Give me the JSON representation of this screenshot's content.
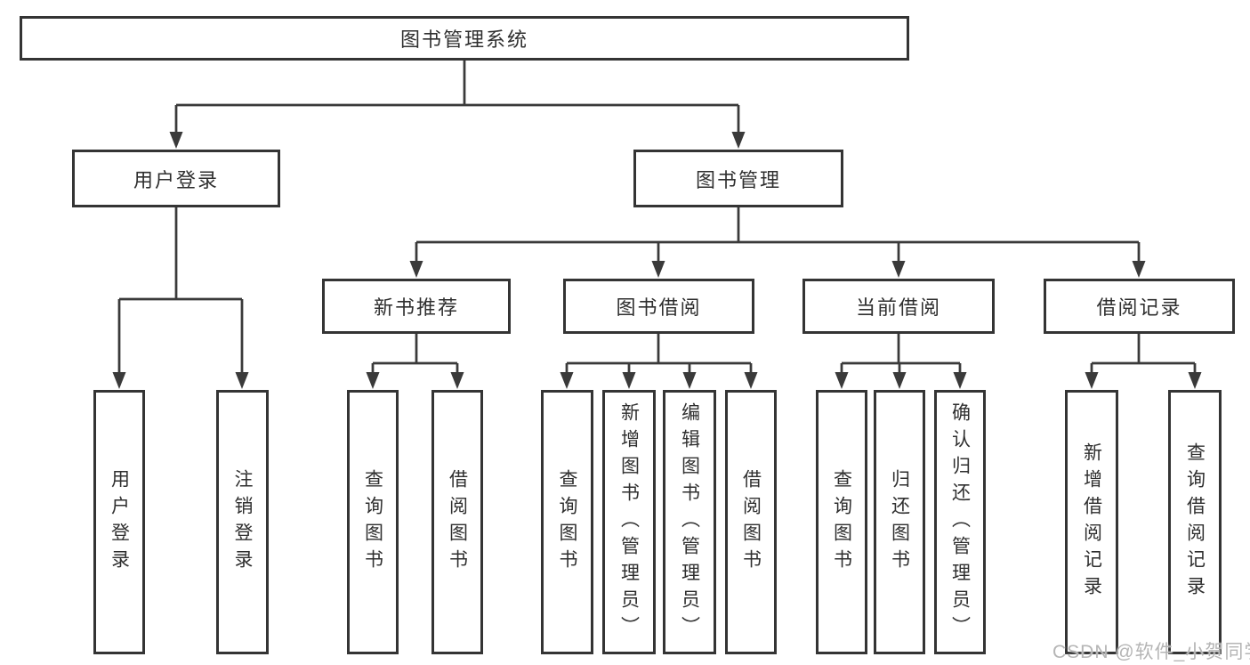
{
  "diagram_type": "hierarchy-tree",
  "tree": {
    "label": "图书管理系统",
    "children": [
      {
        "label": "用户登录",
        "children": [
          {
            "label": "用户登录"
          },
          {
            "label": "注销登录"
          }
        ]
      },
      {
        "label": "图书管理",
        "children": [
          {
            "label": "新书推荐",
            "children": [
              {
                "label": "查询图书"
              },
              {
                "label": "借阅图书"
              }
            ]
          },
          {
            "label": "图书借阅",
            "children": [
              {
                "label": "查询图书"
              },
              {
                "label": "新增图书（管理员）"
              },
              {
                "label": "编辑图书（管理员）"
              },
              {
                "label": "借阅图书"
              }
            ]
          },
          {
            "label": "当前借阅",
            "children": [
              {
                "label": "查询图书"
              },
              {
                "label": "归还图书"
              },
              {
                "label": "确认归还（管理员）"
              }
            ]
          },
          {
            "label": "借阅记录",
            "children": [
              {
                "label": "新增借阅记录"
              },
              {
                "label": "查询借阅记录"
              }
            ]
          }
        ]
      }
    ]
  },
  "watermark": "CSDN @软件_小贺同学",
  "colors": {
    "line": "#3a3a3a",
    "box_border": "#343434",
    "box_fill": "#ffffff",
    "text": "#2f2f2f",
    "watermark": "#b5b5b5"
  }
}
